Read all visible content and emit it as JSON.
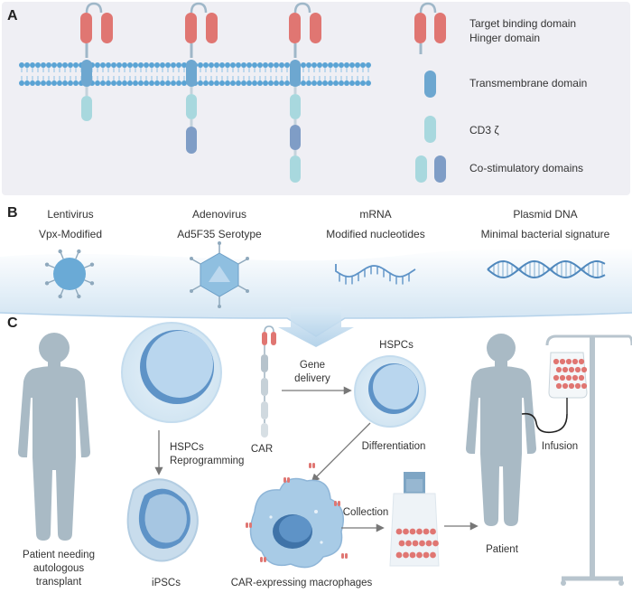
{
  "panel_a": {
    "letter": "A",
    "legend": {
      "target_binding": "Target binding domain",
      "hinge": "Hinger domain",
      "transmembrane": "Transmembrane domain",
      "cd3z": "CD3 ζ",
      "costim": "Co-stimulatory domains"
    }
  },
  "panel_b": {
    "letter": "B",
    "vectors": [
      {
        "name": "Lentivirus",
        "sub": "Vpx-Modified"
      },
      {
        "name": "Adenovirus",
        "sub": "Ad5F35 Serotype"
      },
      {
        "name": "mRNA",
        "sub": "Modified nucleotides"
      },
      {
        "name": "Plasmid DNA",
        "sub": "Minimal bacterial signature"
      }
    ]
  },
  "panel_c": {
    "letter": "C",
    "patient_left": [
      "Patient needing",
      "autologous",
      "transplant"
    ],
    "hspcs": "HSPCs",
    "gene_delivery": [
      "Gene",
      "delivery"
    ],
    "car": "CAR",
    "reprogramming": [
      "HSPCs",
      "Reprogramming"
    ],
    "differentiation": "Differentiation",
    "ipscs": "iPSCs",
    "car_macrophages": "CAR-expressing macrophages",
    "collection": "Collection",
    "patient_right": "Patient",
    "infusion": "Infusion"
  },
  "colors": {
    "panel_bg": "#efeff4",
    "membrane": "#5aa3d4",
    "target_binding": "#e07672",
    "transmembrane": "#6da7d0",
    "cd3z": "#a8d8de",
    "costim": "#7f9dc6",
    "silhouette": "#a9bac5",
    "cell": "#b5d3ea",
    "nucleus": "#5e93c7"
  }
}
